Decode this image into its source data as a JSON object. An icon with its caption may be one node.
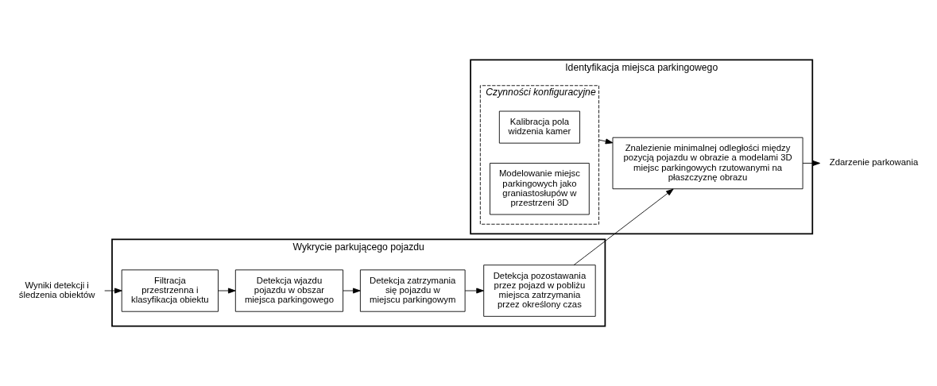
{
  "diagram": {
    "nodes": [
      {
        "text": [
          "Wykrycie parkującego pojazdu"
        ]
      },
      {
        "text": [
          "Wyniki detekcji i śledzenia obiektów"
        ]
      },
      {
        "text": [
          "Filtracja przestrzenna i klasyfikacja obiektu"
        ],
        "in": 0
      },
      {
        "text": [
          "Detekcja wjazdu pojazdu w obszar miejsca parkingowego"
        ],
        "in": 0
      },
      {
        "text": [
          "Detekcja zatrzymania się pojazdu w miejscu parkingowym"
        ],
        "in": 0
      },
      {
        "text": [
          "Detekcja pozostawania przez pojazd w pobliżu miejsca zatrzymania przez określony czas"
        ],
        "in": 0
      },
      {
        "text": [
          "Identyfikacja miejsca parkingowego"
        ]
      },
      {
        "text": [
          "Czynności konfiguracyjne"
        ],
        "in": 6
      },
      {
        "text": [
          "Kalibracja pola widzenia kamer"
        ],
        "in": 7
      },
      {
        "text": [
          "Modelowanie miejsc parkingowych jako graniastosłupów w przestrzeni 3D"
        ],
        "in": 7
      },
      {
        "text": [
          "Znalezienie minimalnej odległości między pozycją pojazdu w obrazie a modelami 3D miejsc parkingowych rzutowanymi na płaszczyznę obrazu"
        ],
        "in": 6
      },
      {
        "text": [
          "Zdarzenie parkowania"
        ]
      }
    ],
    "edges": [
      {
        "from": 1,
        "to": 2,
        "arrow": "to"
      },
      {
        "from": 2,
        "to": 3,
        "arrow": "to"
      },
      {
        "from": 3,
        "to": 4,
        "arrow": "to"
      },
      {
        "from": 4,
        "to": 5,
        "arrow": "to"
      },
      {
        "from": 5,
        "to": 10,
        "arrow": "to"
      },
      {
        "from": 7,
        "to": 10,
        "arrow": "to"
      },
      {
        "from": 10,
        "to": 11,
        "arrow": "to"
      }
    ]
  }
}
